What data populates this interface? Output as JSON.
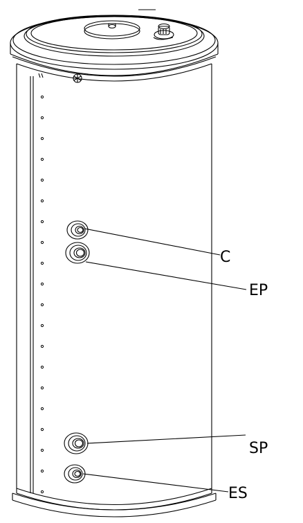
{
  "labels": {
    "c": "C",
    "ep": "EP",
    "sp": "SP",
    "es": "ES"
  },
  "colors": {
    "line": "#000000",
    "background": "#ffffff"
  }
}
